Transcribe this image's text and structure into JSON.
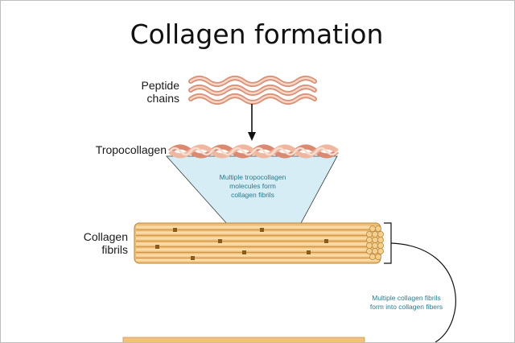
{
  "title": "Collagen formation",
  "labels": {
    "peptide_line1": "Peptide",
    "peptide_line2": "chains",
    "tropocollagen": "Tropocollagen",
    "fibrils_line1": "Collagen",
    "fibrils_line2": "fibrils"
  },
  "notes": {
    "tropo_line1": "Multiple tropocollagen",
    "tropo_line2": "molecules form",
    "tropo_line3": "collagen fibrils",
    "fiber_line1": "Multiple collagen fibrils",
    "fiber_line2": "form into collagen fibers"
  },
  "colors": {
    "chain_dark": "#e3a48c",
    "chain_light": "#f6d2c2",
    "cone_fill": "#d6edf6",
    "fibril_fill": "#f2c078",
    "fibril_stroke": "#b8893e",
    "note_text": "#2a7a8c"
  }
}
